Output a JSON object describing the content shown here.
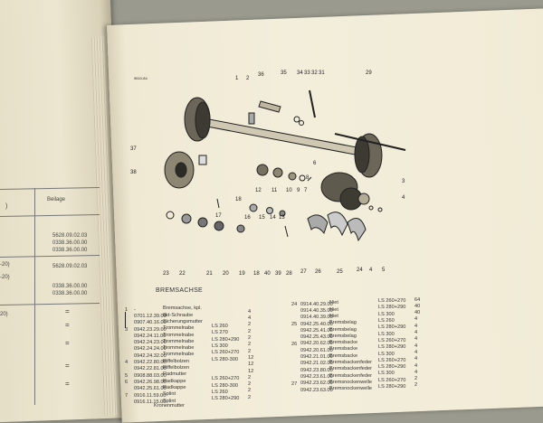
{
  "left_page": {
    "header": ")",
    "column_label": "Beilage",
    "entries": [
      {
        "ref": "",
        "codes": [
          "5628.09.02.03",
          "0338.36.00.00",
          "0338.36.00.00"
        ]
      },
      {
        "ref": "-20)",
        "codes": [
          "5628.09.02.03"
        ]
      },
      {
        "ref": "-20)",
        "codes": [
          "0338.36.00.00",
          "0338.36.00.00"
        ]
      },
      {
        "ref": "20)",
        "codes": []
      }
    ]
  },
  "diagram": {
    "corner_code": "9610-84",
    "callouts_top": [
      "1",
      "2",
      "36",
      "35",
      "34",
      "33",
      "32",
      "31",
      "29"
    ],
    "callouts_mid": [
      "12",
      "11",
      "10",
      "9",
      "7",
      "8",
      "6"
    ],
    "callouts_side": [
      "37",
      "38",
      "3",
      "4",
      "17",
      "18",
      "16",
      "15",
      "14",
      "13"
    ],
    "callouts_bottom": [
      "23",
      "22",
      "21",
      "20",
      "19",
      "18",
      "40",
      "39",
      "28",
      "27",
      "26",
      "25",
      "24",
      "4",
      "5"
    ]
  },
  "parts_list": {
    "title": "BREMSACHSE",
    "rows": [
      {
        "pos": "1",
        "code": "-",
        "name": "Bremsachse, kpl.",
        "size": "",
        "qty": ""
      },
      {
        "pos": "",
        "code": "0701.12.39.00",
        "name": "6kt-Schraube",
        "size": "",
        "qty": "4"
      },
      {
        "pos": "",
        "code": "0907.40.16.00",
        "name": "Sicherungsmutter",
        "size": "",
        "qty": "4"
      },
      {
        "pos": "3",
        "code": "0942.23.29.00",
        "name": "Trommelnabe",
        "size": "LS 260",
        "qty": "2"
      },
      {
        "pos": "",
        "code": "0942.24.11.00",
        "name": "Trommelnabe",
        "size": "LS 270",
        "qty": "2"
      },
      {
        "pos": "",
        "code": "0942.24.23.00",
        "name": "Trommelnabe",
        "size": "LS 280+290",
        "qty": "2"
      },
      {
        "pos": "",
        "code": "0942.24.24.00",
        "name": "Trommelnabe",
        "size": "LS 300",
        "qty": "2"
      },
      {
        "pos": "",
        "code": "0942.24.32.00",
        "name": "Trommelnabe",
        "size": "LS 260+270",
        "qty": "2"
      },
      {
        "pos": "4",
        "code": "0942.22.80.00",
        "name": "Riffelbolzen",
        "size": "LS 280-300",
        "qty": "12"
      },
      {
        "pos": "",
        "code": "0942.22.81.00",
        "name": "Riffelbolzen",
        "size": "",
        "qty": "12"
      },
      {
        "pos": "5",
        "code": "0908.88.03.00",
        "name": "Radmutter",
        "size": "",
        "qty": "12"
      },
      {
        "pos": "6",
        "code": "0942.26.98.00",
        "name": "Radkappe",
        "size": "LS 260+270",
        "qty": "2"
      },
      {
        "pos": "",
        "code": "0942.25.61.00",
        "name": "Radkappe",
        "size": "LS 280-300",
        "qty": "2"
      },
      {
        "pos": "7",
        "code": "0916.11.59.00",
        "name": "Splint",
        "size": "LS 260",
        "qty": "2"
      },
      {
        "pos": "",
        "code": "0916.11.15.00",
        "name": "Splint",
        "size": "LS 280+290",
        "qty": "2"
      }
    ],
    "rows_right": [
      {
        "pos": "24",
        "code": "0914.40.29.00",
        "name": "Niet",
        "size": "LS 260+270",
        "qty": "64"
      },
      {
        "pos": "",
        "code": "0914.40.35.00",
        "name": "Niet",
        "size": "LS 280+290",
        "qty": "40"
      },
      {
        "pos": "",
        "code": "0914.40.39.00",
        "name": "Niet",
        "size": "LS 300",
        "qty": "40"
      },
      {
        "pos": "25",
        "code": "0942.25.40.00",
        "name": "Bremsbelag",
        "size": "LS 260",
        "qty": "4"
      },
      {
        "pos": "",
        "code": "0942.25.41.00",
        "name": "Bremsbelag",
        "size": "LS 280+290",
        "qty": "4"
      },
      {
        "pos": "",
        "code": "0942.25.43.00",
        "name": "Bremsbelag",
        "size": "LS 300",
        "qty": "4"
      },
      {
        "pos": "26",
        "code": "0942.20.62.00",
        "name": "Bremsbacke",
        "size": "LS 260+270",
        "qty": "4"
      },
      {
        "pos": "",
        "code": "0942.20.61.00",
        "name": "Bremsbacke",
        "size": "LS 280+290",
        "qty": "4"
      },
      {
        "pos": "",
        "code": "0942.21.01.00",
        "name": "Bremsbacke",
        "size": "LS 300",
        "qty": "4"
      },
      {
        "pos": "",
        "code": "0942.21.02.00",
        "name": "Bremsbackenfeder",
        "size": "LS 260+270",
        "qty": "4"
      },
      {
        "pos": "",
        "code": "0942.23.80.00",
        "name": "Bremsbackenfeder",
        "size": "LS 280+290",
        "qty": "4"
      },
      {
        "pos": "",
        "code": "0942.23.61.00",
        "name": "Bremsbackenfeder",
        "size": "LS 300",
        "qty": "4"
      },
      {
        "pos": "27",
        "code": "0942.23.62.00",
        "name": "Bremsnockenwelle",
        "size": "LS 260+270",
        "qty": "2"
      },
      {
        "pos": "",
        "code": "0942.23.63.00",
        "name": "Bremsnockenwelle",
        "size": "LS 280+290",
        "qty": "2"
      }
    ],
    "partial_last": "Kronenmutter"
  }
}
